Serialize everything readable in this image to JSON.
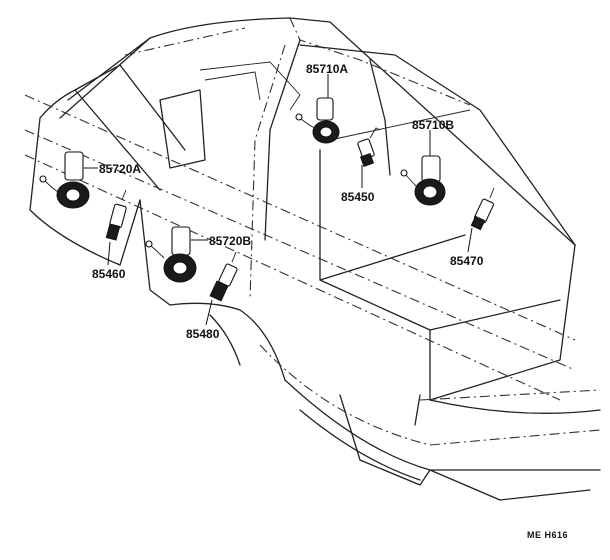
{
  "labels": {
    "p85710A": "85710A",
    "p85710B": "85710B",
    "p85720A": "85720A",
    "p85720B": "85720B",
    "p85450": "85450",
    "p85470": "85470",
    "p85460": "85460",
    "p85480": "85480"
  },
  "diagram_code": "ME H616"
}
